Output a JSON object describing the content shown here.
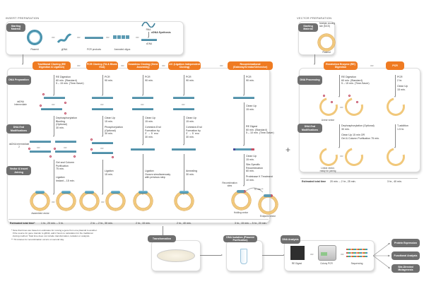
{
  "insert_prep": {
    "section_title": "INSERT PREPARATION",
    "starting_material_label": "Starting Material",
    "materials": [
      "Plasmid",
      "gDNA",
      "PCR products",
      "Annealed oligos",
      "cDNA"
    ],
    "rna_label": "RNA",
    "cdna_synthesis_label": "cDNA Synthesis",
    "or": "OR"
  },
  "methods": [
    {
      "label": "Traditional Cloning (RE Digestion & Ligation)"
    },
    {
      "label": "PCR Cloning (TA & Blunt-End)"
    },
    {
      "label": "Seamless Cloning (Gene Assembly)"
    },
    {
      "label": "LIC (Ligation Independent Cloning)"
    },
    {
      "label": "Recombinational (Gateway/Creator/Univector)"
    }
  ],
  "row_labels": {
    "dna_prep": "DNA Preparation",
    "dna_end_mod": "DNA End Modifications",
    "joining": "Vector & Insert Joining",
    "dsdna1": "dsDNA Intermediate",
    "dsdna2": "dsDNA Intermediate 2"
  },
  "steps": {
    "trad_prep": "RE Digestion\n60 min. (Standard)\n5 – 15 min. (Time-Saver)",
    "trad_end": "Dephosphorylation\nBlunting\n(Optional)\n30 min.",
    "trad_gel": "Gel and Column\nPurification\n75 min.",
    "trad_lig": "Ligation\nInstant – 15 min.",
    "pcr_prep": "PCR\n90 min.",
    "pcr_clean": "Clean Up\n15 min.",
    "pcr_phos": "Phosphorylation\n(Optional)\n30 min.",
    "pcr_lig": "Ligation\n15 min.",
    "seam_prep": "PCR\n90 min.",
    "seam_clean": "Clean Up\n15 min.",
    "seam_cohesive": "Cohesive-End\nFormation by\n3´ → 5´ exo\n30 min.",
    "seam_lig": "Ligation\nOccurs simultaneously\nwith previous step",
    "lic_prep": "PCR\n90 min.",
    "lic_clean": "Clean Up\n15 min.",
    "lic_cohesive": "Cohesive-End\nFormation by\n3´ → 5´ exo\n30 min.",
    "lic_anneal": "Annealing\n30 min.",
    "rec_prep": "PCR\n90 min.",
    "rec_clean": "Clean Up\n15 min.",
    "rec_re": "RE Digest\n60 min. (Standard)\n5 – 10 min. (Time-Saver)",
    "rec_clean2": "Clean Up\n15 min.",
    "rec_site": "Site-Specific\nRecombination\n60 min.",
    "rec_prot": "Proteinase K Treatment\n10 min."
  },
  "captions": {
    "assembled_vector": "Assembled vector",
    "recombination_sites": "Recombination sites",
    "holding_vector": "Holding vector",
    "endpoint_vector": "Endpoint vector",
    "seventy_min": "70 min.**"
  },
  "insert_totals": {
    "label": "Estimated total time*",
    "values": [
      "1 hr., 20 min. – 3 hr.",
      "2 hr. – 2 hr., 30 min.",
      "2 hr., 15 min.",
      "2 hr., 40 min.",
      "3 hr., 15 min. – 5 hr., 20 min."
    ]
  },
  "notes": [
    "* Note that times are based on estimates for moving a gene from one plasmid to another.",
    "  If the source for gene transfer is gDNA, add 2 hours to calculation for the traditional",
    "  cloning method. Total time does not include transformation, isolation or analysis.",
    "** 70 minutes for recombination occurs on second day."
  ],
  "vector_prep": {
    "section_title": "VECTOR PREPARATION",
    "starting_material_label": "Starting Material",
    "mcs_label": "Multiple cloning site (MCS)",
    "plasmid_label": "Plasmid",
    "methods": [
      "Restriction Enzyme (RE) Digestion",
      "PCR"
    ],
    "or": "OR",
    "row_processing": "DNA Processing",
    "row_end_mod": "DNA End Modifications",
    "re_step": "RE Digestion\n60 min. (Standard)\n5 – 15 min. (Time-Saver)",
    "pcr_step": "PCR\n2 hr.",
    "pcr_clean": "Clean Up\n15 min.",
    "dephos": "Dephosphorylation (Optional)\n30 min.",
    "clean_gel": "Clean Up 15 min OR\nGel & Column Purification 75 min.",
    "t_addition": "T-addition\n1.5 hr.",
    "linear_vector": "Linear vector",
    "linear_ready": "Linear vector,\nready for joining",
    "total_label": "Estimated total time",
    "totals": [
      "20 min. – 2 hr., 25 min.",
      "3 hr., 40 min."
    ]
  },
  "plus": "+",
  "downstream": {
    "transformation": "Transformation",
    "dna_isolation": "DNA Isolation (Plasmid Purification)",
    "dna_analysis": "DNA Analysis",
    "analysis_items": [
      "RE Digest",
      "Colony PCR",
      "Sequencing"
    ],
    "or": "OR",
    "outputs": [
      "Protein Expression",
      "Functional Analysis",
      "Site-Directed Mutagenesis"
    ]
  }
}
